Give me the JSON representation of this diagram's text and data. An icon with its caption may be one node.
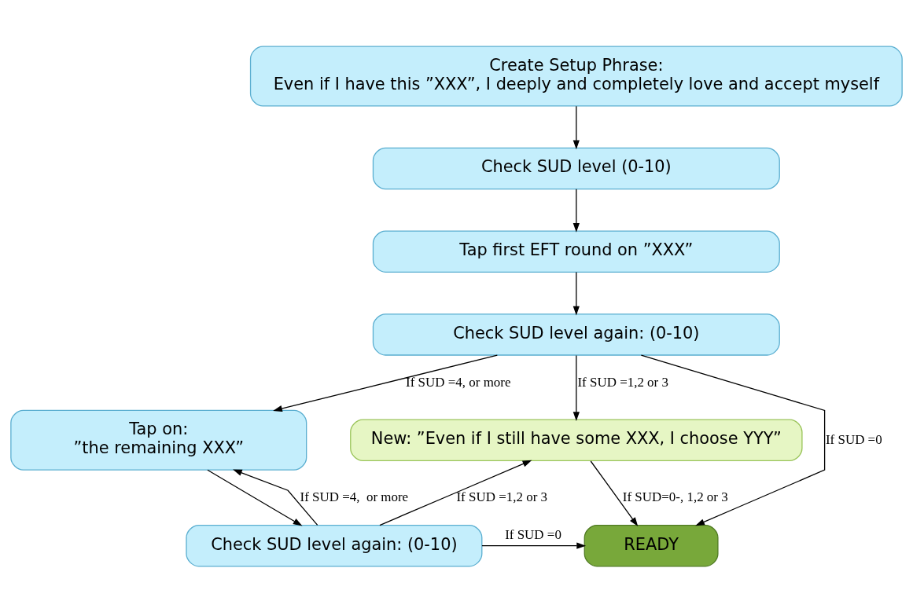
{
  "diagram": {
    "nodes": [
      {
        "text": [
          "Create Setup Phrase:",
          "Even if I have this ”XXX”, I deeply and completely love and accept myself"
        ]
      },
      {
        "text": [
          "Check SUD level (0-10)"
        ]
      },
      {
        "text": [
          "Tap first EFT round on ”XXX”"
        ]
      },
      {
        "text": [
          "Check SUD level again: (0-10)"
        ]
      },
      {
        "text": [
          "Tap on:",
          "”the remaining XXX”"
        ]
      },
      {
        "text": [
          "New: ”Even if I still have some XXX, I choose YYY”"
        ]
      },
      {
        "text": [
          "Check SUD level again: (0-10)"
        ]
      },
      {
        "text": [
          "READY"
        ]
      }
    ],
    "edges": [
      {
        "from": 0,
        "to": 1,
        "arrow": "to"
      },
      {
        "from": 1,
        "to": 2,
        "arrow": "to"
      },
      {
        "from": 2,
        "to": 3,
        "arrow": "to"
      },
      {
        "from": 3,
        "to": 4,
        "arrow": "to",
        "label": "If SUD =4, or more"
      },
      {
        "from": 3,
        "to": 5,
        "arrow": "to",
        "label": "If SUD =1,2 or 3"
      },
      {
        "from": 3,
        "to": 7,
        "arrow": "to",
        "label": "If SUD =0"
      },
      {
        "from": 4,
        "to": 6,
        "arrow": "to"
      },
      {
        "from": 6,
        "to": 5,
        "arrow": "to",
        "label": "If SUD =1,2 or 3"
      },
      {
        "from": 6,
        "to": 4,
        "arrow": "to",
        "label": "If SUD =4,  or more"
      },
      {
        "from": 6,
        "to": 7,
        "arrow": "to",
        "label": "If SUD =0"
      },
      {
        "from": 5,
        "to": 7,
        "arrow": "to",
        "label": "If SUD=0-, 1,2 or 3"
      }
    ]
  }
}
